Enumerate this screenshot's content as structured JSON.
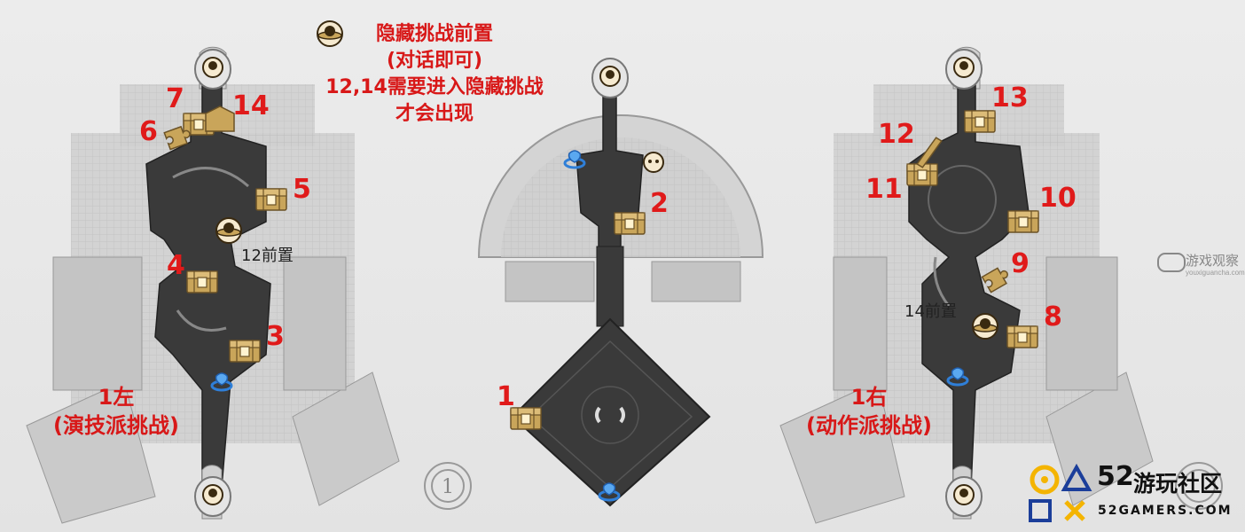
{
  "notes": {
    "line1": "隐藏挑战前置",
    "line2": "(对话即可)",
    "line3": "12,14需要进入隐藏挑战",
    "line4": "才会出现"
  },
  "left_map": {
    "caption_line1": "1左",
    "caption_line2": "(演技派挑战)",
    "prereq_label": "12前置",
    "chest_numbers": [
      "7",
      "14",
      "6",
      "5",
      "4",
      "3"
    ]
  },
  "center_map": {
    "chest_numbers": [
      "2",
      "1"
    ]
  },
  "right_map": {
    "caption_line1": "1右",
    "caption_line2": "(动作派挑战)",
    "prereq_label": "14前置",
    "chest_numbers": [
      "13",
      "12",
      "11",
      "10",
      "9",
      "8"
    ]
  },
  "watermark": {
    "site_name": "游戏观察",
    "site_url": "youxiguancha.com"
  },
  "brand": {
    "number": "52",
    "name": "游玩社区",
    "url": "52GAMERS.COM"
  },
  "colors": {
    "label_red": "#d81818",
    "floor_dark": "#3a3a3a",
    "chest_gold": "#c9a55a",
    "teleport_blue": "#2f7fd8",
    "logo_yellow": "#f4b400",
    "logo_blue": "#1b3e9a"
  }
}
